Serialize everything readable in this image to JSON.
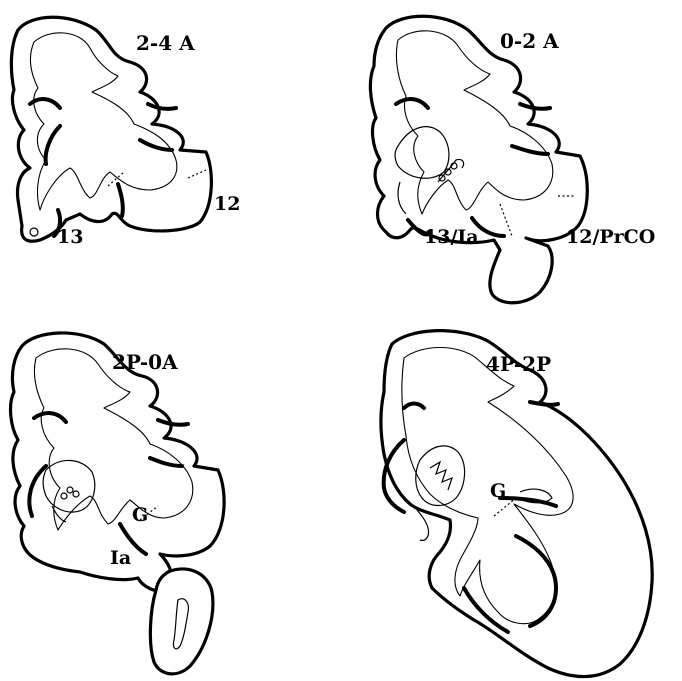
{
  "panels": [
    {
      "title": "2-4 A",
      "labels": [
        "12",
        "13"
      ]
    },
    {
      "title": "0-2 A",
      "labels": [
        "13/Ia",
        "12/PrCO"
      ]
    },
    {
      "title": "2P-0A",
      "labels": [
        "G",
        "Ia"
      ]
    },
    {
      "title": "4P-2P",
      "labels": [
        "G"
      ]
    }
  ]
}
